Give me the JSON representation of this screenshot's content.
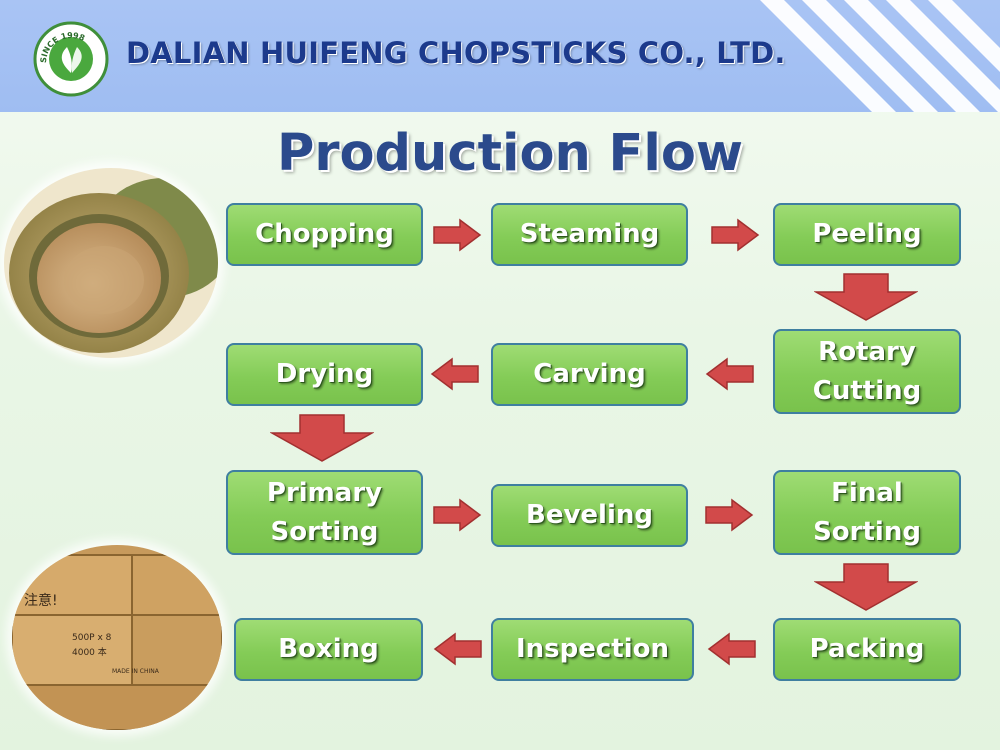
{
  "header": {
    "company_name": "DALIAN HUIFENG CHOPSTICKS CO., LTD.",
    "logo_text": "SINCE 1998"
  },
  "title": "Production Flow",
  "colors": {
    "header_bg": "#a9c4f4",
    "step_fill": "#84cc57",
    "step_border": "#3f7fa0",
    "arrow": "#d24a4a",
    "title": "#2b4a8c",
    "company": "#1c3a8c"
  },
  "steps": {
    "chopping": "Chopping",
    "steaming": "Steaming",
    "peeling": "Peeling",
    "rotary_cutting": "Rotary\nCutting",
    "carving": "Carving",
    "drying": "Drying",
    "primary_sorting": "Primary\nSorting",
    "beveling": "Beveling",
    "final_sorting": "Final\nSorting",
    "packing": "Packing",
    "inspection": "Inspection",
    "boxing": "Boxing"
  },
  "photos": {
    "box_label_1": "注意!",
    "box_label_2": "500P x 8",
    "box_label_3": "4000 本",
    "box_label_4": "MADE IN CHINA"
  }
}
